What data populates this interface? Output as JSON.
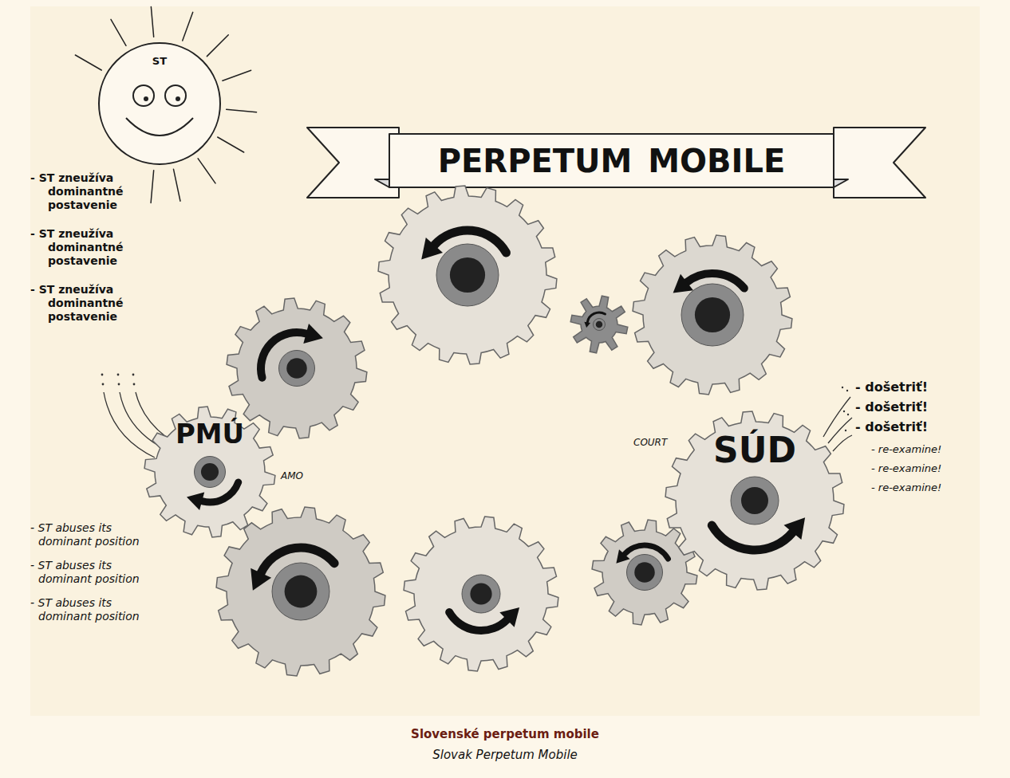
{
  "diagram": {
    "title": "PERPETUM MOBILE",
    "caption": "Slovenské perpetum mobile",
    "nodes": [
      {
        "text": [
          "ST"
        ]
      },
      {
        "text": [
          "PMÚ"
        ]
      },
      {
        "text": [
          "SÚD"
        ]
      }
    ],
    "labels": [
      "- ST zneužíva dominantné postavenie",
      "- ST zneužíva dominantné postavenie",
      "- ST zneužíva dominantné postavenie",
      "AMO",
      "- ST abuses its dominant position",
      "- ST abuses its dominant position",
      "- ST abuses its dominant position",
      "COURT",
      "- došetriť!",
      "- došetriť!",
      "- došetriť!",
      "- re-examine!",
      "- re-examine!",
      "- re-examine!",
      "Slovak Perpetum Mobile"
    ]
  }
}
